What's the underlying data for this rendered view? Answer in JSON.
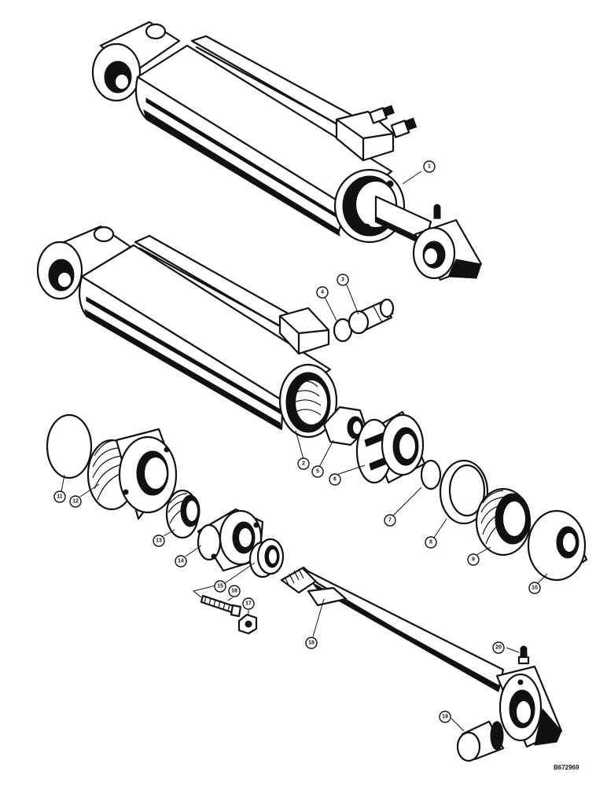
{
  "reference_code": "B672969",
  "callouts": [
    {
      "id": "c1",
      "label": "1"
    },
    {
      "id": "c2",
      "label": "2"
    },
    {
      "id": "c3",
      "label": "3"
    },
    {
      "id": "c4",
      "label": "4"
    },
    {
      "id": "c5",
      "label": "5"
    },
    {
      "id": "c6",
      "label": "6"
    },
    {
      "id": "c7",
      "label": "7"
    },
    {
      "id": "c8",
      "label": "8"
    },
    {
      "id": "c9",
      "label": "9"
    },
    {
      "id": "c10",
      "label": "10"
    },
    {
      "id": "c11",
      "label": "11"
    },
    {
      "id": "c12",
      "label": "12"
    },
    {
      "id": "c13",
      "label": "13"
    },
    {
      "id": "c14",
      "label": "14"
    },
    {
      "id": "c15",
      "label": "15"
    },
    {
      "id": "c16",
      "label": "16"
    },
    {
      "id": "c17",
      "label": "17"
    },
    {
      "id": "c18",
      "label": "18"
    },
    {
      "id": "c19",
      "label": "19"
    },
    {
      "id": "c20",
      "label": "20"
    }
  ]
}
